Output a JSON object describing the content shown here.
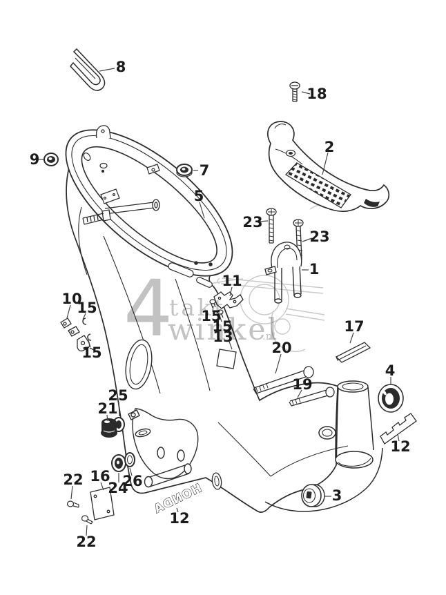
{
  "watermark": {
    "numeral": "4",
    "word1": "takt",
    "word2": "winkel",
    "tld": ".nl"
  },
  "emblem": {
    "text": "HONDA"
  },
  "colors": {
    "line": "#2b2b2b",
    "ghost": "#c9c9c9",
    "watermark": "#8f8f8f",
    "background": "#ffffff"
  },
  "callouts": [
    {
      "n": "8"
    },
    {
      "n": "18"
    },
    {
      "n": "2"
    },
    {
      "n": "9"
    },
    {
      "n": "7"
    },
    {
      "n": "5"
    },
    {
      "n": "23"
    },
    {
      "n": "23"
    },
    {
      "n": "1"
    },
    {
      "n": "11"
    },
    {
      "n": "15"
    },
    {
      "n": "15"
    },
    {
      "n": "13"
    },
    {
      "n": "10"
    },
    {
      "n": "15"
    },
    {
      "n": "15"
    },
    {
      "n": "17"
    },
    {
      "n": "20"
    },
    {
      "n": "19"
    },
    {
      "n": "4"
    },
    {
      "n": "12"
    },
    {
      "n": "25"
    },
    {
      "n": "21"
    },
    {
      "n": "16"
    },
    {
      "n": "22"
    },
    {
      "n": "24"
    },
    {
      "n": "26"
    },
    {
      "n": "22"
    },
    {
      "n": "12"
    },
    {
      "n": "3"
    }
  ]
}
